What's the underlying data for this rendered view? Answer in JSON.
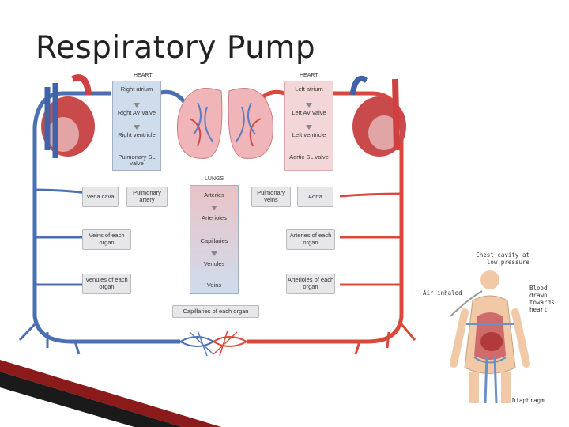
{
  "slide": {
    "title": "Respiratory Pump"
  },
  "colors": {
    "deoxygenated": "#4a6fb3",
    "oxygenated": "#d9483b",
    "right_column": "#cfdcec",
    "left_column": "#f3d6d8",
    "lungs_column": "#d9e1ee",
    "box_fill": "#e7e7ea"
  },
  "diagram": {
    "right_heart": {
      "heading": "HEART",
      "items": [
        "Right atrium",
        "Right AV valve",
        "Right ventricle",
        "Pulmonary SL valve"
      ]
    },
    "left_heart": {
      "heading": "HEART",
      "items": [
        "Left atrium",
        "Left AV valve",
        "Left ventricle",
        "Aortic SL valve"
      ]
    },
    "lungs": {
      "heading": "LUNGS",
      "items": [
        "Arteries",
        "Arterioles",
        "Capillaries",
        "Venules",
        "Veins"
      ]
    },
    "boxes": {
      "vena_cava": "Vena cava",
      "pulmonary_artery": "Pulmonary artery",
      "pulmonary_veins": "Pulmonary veins",
      "aorta": "Aorta",
      "veins_of_organ": "Veins of each organ",
      "arteries_of_organ": "Arteries of each organ",
      "venules_of_organ": "Venules of each organ",
      "arterioles_of_organ": "Arterioles of each organ",
      "capillaries_of_organ": "Capillaries of each organ"
    }
  },
  "inset": {
    "chest_label": "Chest cavity at low pressure",
    "air_label": "Air inhaled",
    "blood_label": "Blood drawn towards heart",
    "diaphragm_label": "Diaphragm"
  }
}
